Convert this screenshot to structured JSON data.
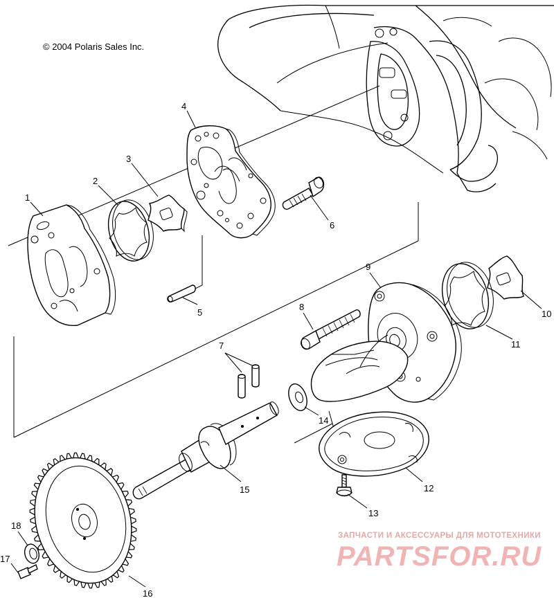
{
  "copyright": "© 2004 Polaris Sales Inc.",
  "watermark": {
    "subtitle": "ЗАПЧАСТИ И АКСЕССУАРЫ ДЛЯ МОТОТЕХНИКИ",
    "logo": "PARTSFOR.RU"
  },
  "callouts": {
    "c1": "1",
    "c2": "2",
    "c3": "3",
    "c4": "4",
    "c5": "5",
    "c6": "6",
    "c7": "7",
    "c8": "8",
    "c9": "9",
    "c10": "10",
    "c11": "11",
    "c12": "12",
    "c13": "13",
    "c14": "14",
    "c15": "15",
    "c16": "16",
    "c17": "17",
    "c18": "18"
  }
}
